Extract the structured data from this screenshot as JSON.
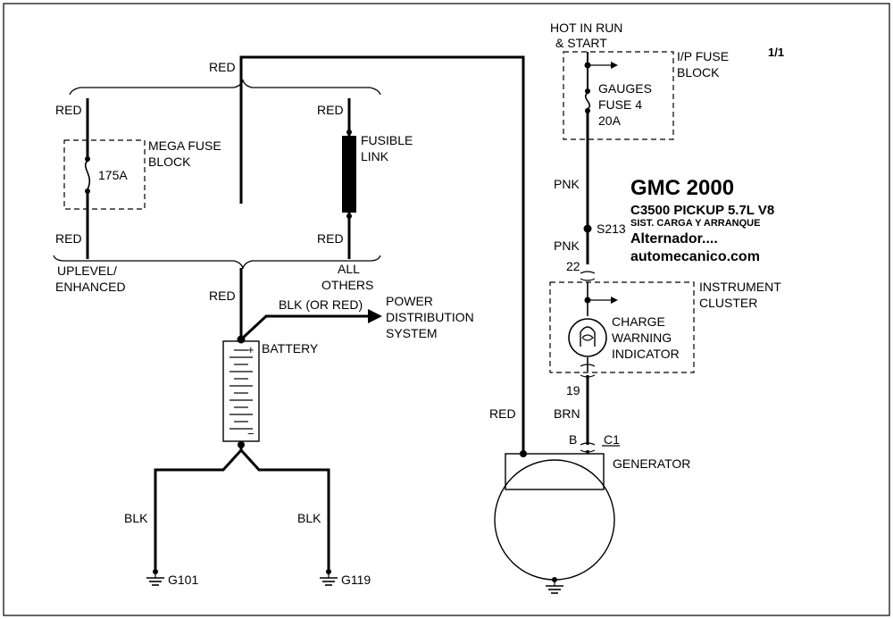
{
  "page_label": "1/1",
  "title": {
    "make_year": "GMC 2000",
    "model": "C3500 PICKUP  5.7L  V8",
    "system": "SIST. CARGA Y ARRANQUE",
    "component": "Alternador....",
    "site": "automecanico.com"
  },
  "labels": {
    "hot_in_run_1": "HOT IN RUN",
    "hot_in_run_2": "& START",
    "ip_fuse_1": "I/P FUSE",
    "ip_fuse_2": "BLOCK",
    "gauges_1": "GAUGES",
    "gauges_2": "FUSE 4",
    "gauges_3": "20A",
    "pnk_top": "PNK",
    "splice": "S213",
    "pnk_bottom": "PNK",
    "pin_22": "22",
    "cluster_1": "INSTRUMENT",
    "cluster_2": "CLUSTER",
    "charge_1": "CHARGE",
    "charge_2": "WARNING",
    "charge_3": "INDICATOR",
    "pin_19": "19",
    "brn": "BRN",
    "pin_b": "B",
    "conn_c1": "C1",
    "generator": "GENERATOR",
    "red_gen": "RED",
    "red_top": "RED",
    "red_mega_top": "RED",
    "red_mega_bottom": "RED",
    "red_fusible_top": "RED",
    "red_fusible_bottom": "RED",
    "mega_1": "MEGA FUSE",
    "mega_2": "BLOCK",
    "mega_rating": "175A",
    "fusible_1": "FUSIBLE",
    "fusible_2": "LINK",
    "uplevel_1": "UPLEVEL/",
    "uplevel_2": "ENHANCED",
    "all_1": "ALL",
    "all_2": "OTHERS",
    "red_battery": "RED",
    "blk_or_red": "BLK (OR RED)",
    "power_1": "POWER",
    "power_2": "DISTRIBUTION",
    "power_3": "SYSTEM",
    "battery": "BATTERY",
    "battery_plus": "+",
    "battery_minus": "−",
    "blk_left": "BLK",
    "blk_right": "BLK",
    "ground_left": "G101",
    "ground_right": "G119"
  }
}
